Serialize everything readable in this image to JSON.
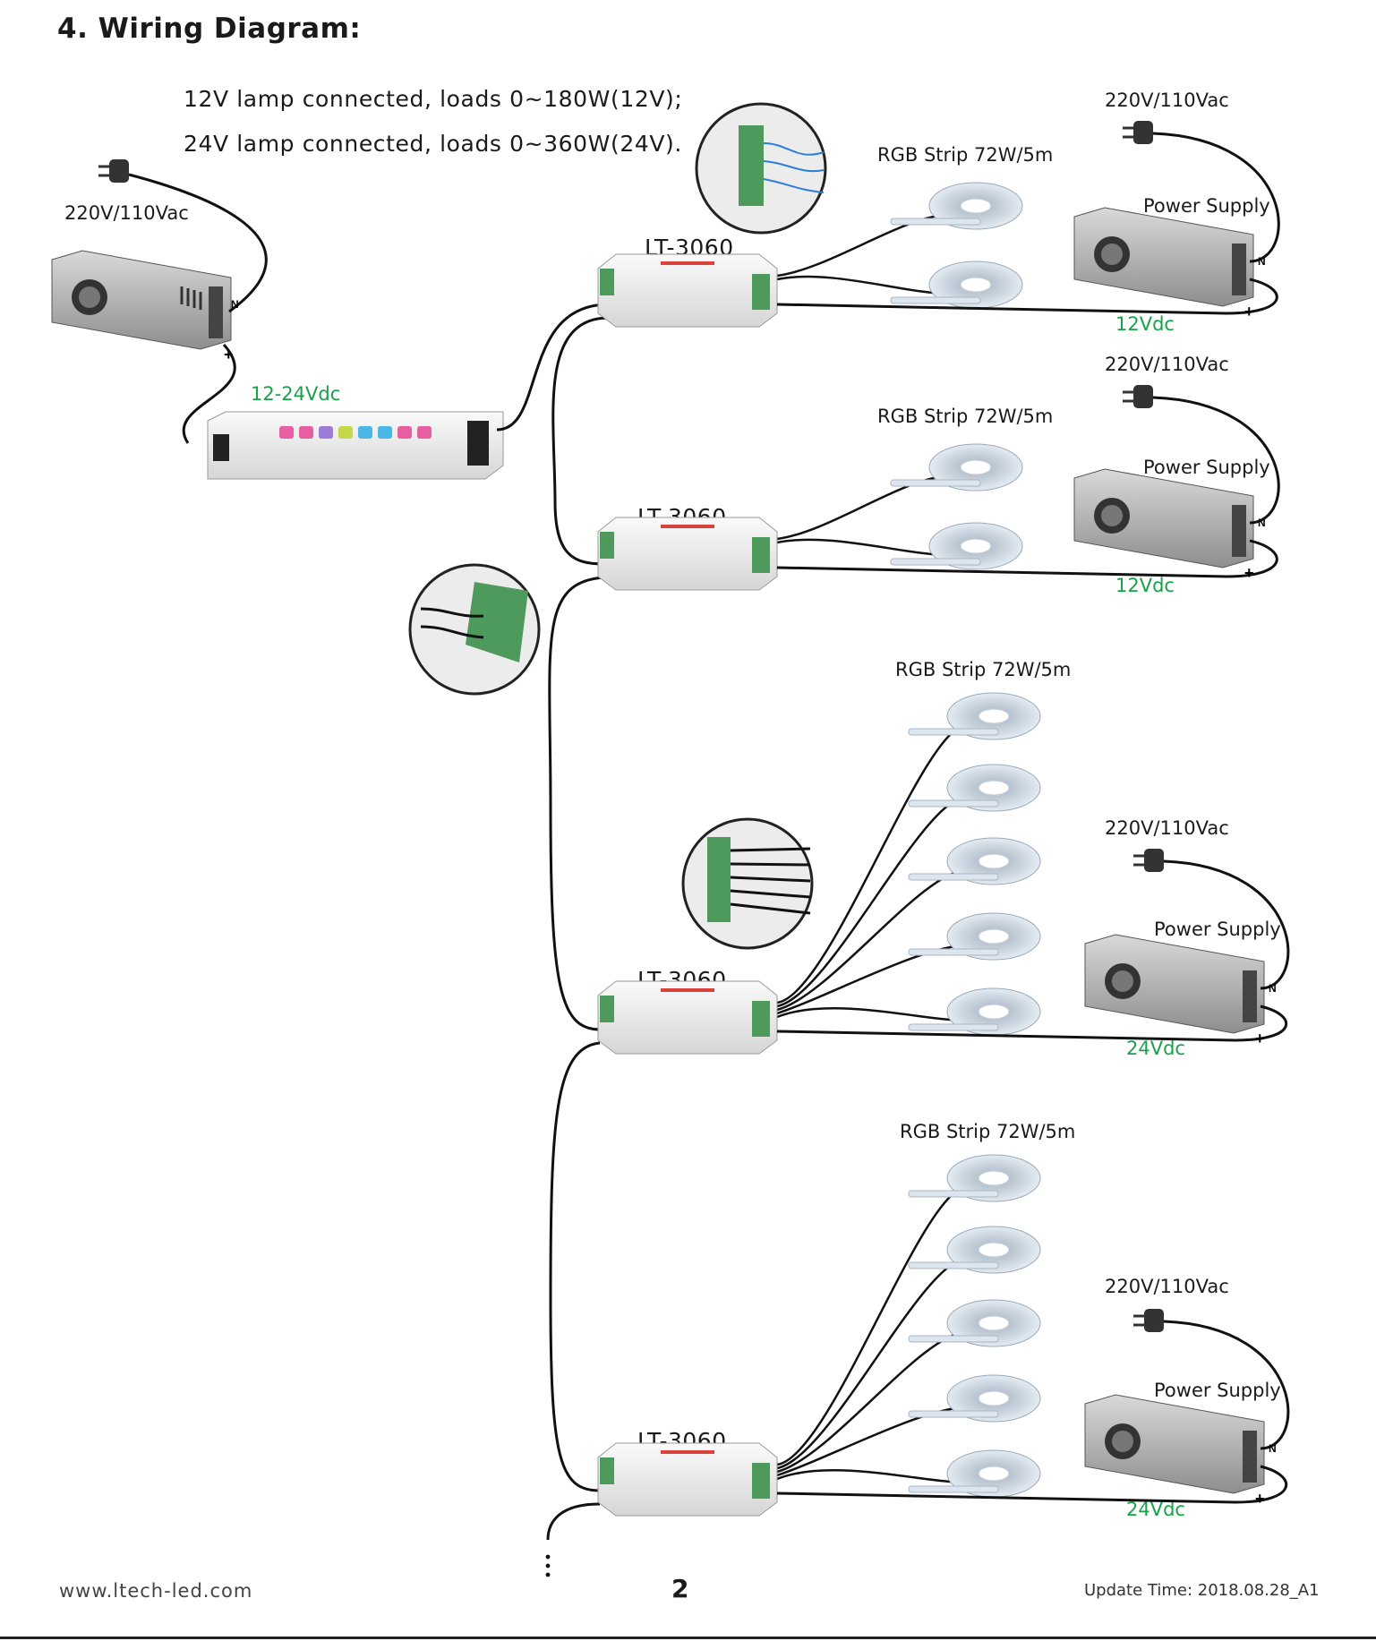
{
  "heading": "4.  Wiring Diagram:",
  "notes": {
    "line1": "12V lamp connected, loads 0~180W(12V);",
    "line2": "24V lamp connected, loads 0~360W(24V)."
  },
  "master": {
    "mains": "220V/110Vac",
    "output": "12-24Vdc"
  },
  "groups": [
    {
      "model": "LT-3060",
      "strip": "RGB Strip   72W/5m",
      "mains": "220V/110Vac",
      "supply": "Power Supply",
      "voltage": "12Vdc",
      "strips": 2
    },
    {
      "model": "LT-3060",
      "strip": "RGB Strip   72W/5m",
      "mains": "220V/110Vac",
      "supply": "Power Supply",
      "voltage": "12Vdc",
      "strips": 2
    },
    {
      "model": "LT-3060",
      "strip": "RGB Strip   72W/5m",
      "mains": "220V/110Vac",
      "supply": "Power Supply",
      "voltage": "24Vdc",
      "strips": 5
    },
    {
      "model": "LT-3060",
      "strip": "RGB Strip   72W/5m",
      "mains": "220V/110Vac",
      "supply": "Power Supply",
      "voltage": "24Vdc",
      "strips": 5
    }
  ],
  "footer": {
    "website": "www.ltech-led.com",
    "page": "2",
    "update": "Update Time: 2018.08.28_A1"
  },
  "colors": {
    "label_green": "#19a14a",
    "terminal_green": "#4e9a5c",
    "wire": "#111111"
  }
}
